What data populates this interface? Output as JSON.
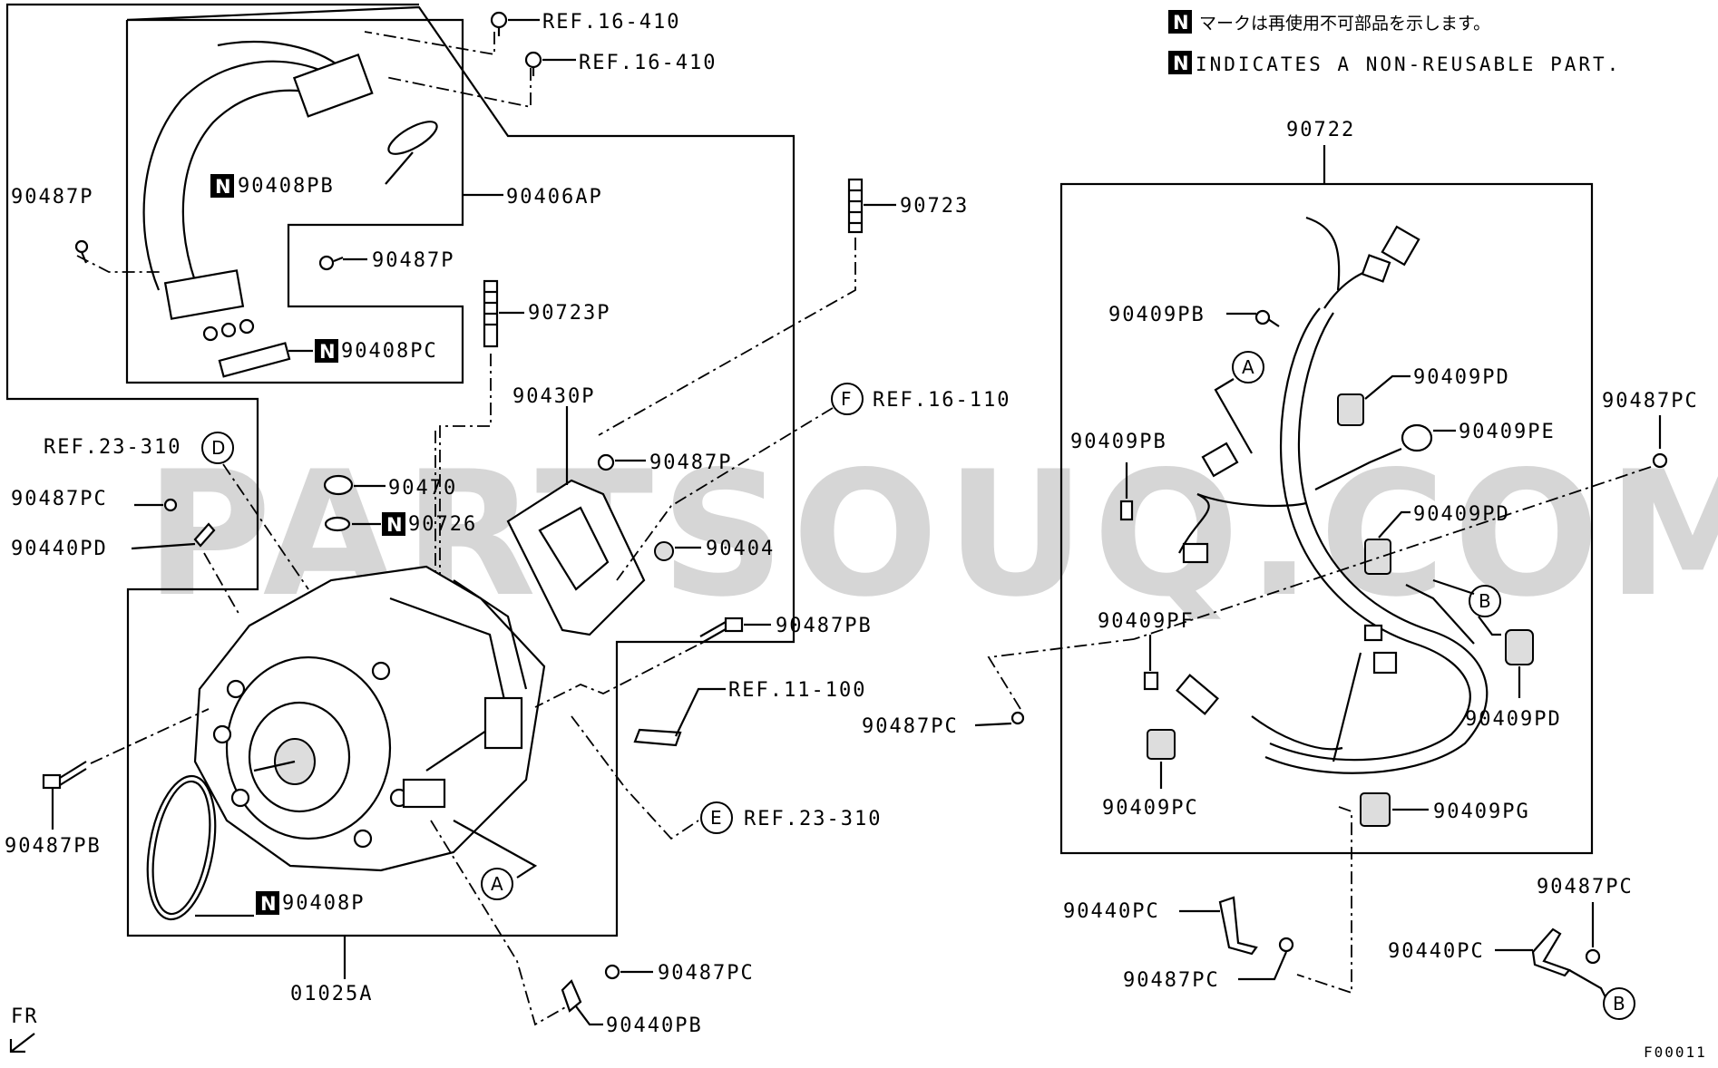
{
  "notes": {
    "jp": "マークは再使用不可部品を示します。",
    "en": "INDICATES A NON-REUSABLE PART.",
    "n_symbol": "N"
  },
  "watermark": "PARTSOUQ.COM",
  "figure_id": "F00011",
  "fr_label": "FR",
  "refs": {
    "r16410a": "REF.16-410",
    "r16410b": "REF.16-410",
    "r16110": "REF.16-110",
    "r23310a": "REF.23-310",
    "r23310b": "REF.23-310",
    "r11100": "REF.11-100"
  },
  "callouts": {
    "A": "A",
    "B": "B",
    "D": "D",
    "E": "E",
    "F": "F"
  },
  "parts": {
    "p90487P_a": "90487P",
    "p90487P_b": "90487P",
    "p90487P_c": "90487P",
    "p90408PB": "90408PB",
    "p90406AP": "90406AP",
    "p90408PC": "90408PC",
    "p90723": "90723",
    "p90723P": "90723P",
    "p90430P": "90430P",
    "p90470": "90470",
    "p90726": "90726",
    "p90404": "90404",
    "p90487PB_a": "90487PB",
    "p90487PB_b": "90487PB",
    "p90487PC_a": "90487PC",
    "p90487PC_b": "90487PC",
    "p90487PC_c": "90487PC",
    "p90487PC_d": "90487PC",
    "p90487PC_e": "90487PC",
    "p90440PD": "90440PD",
    "p90408P": "90408P",
    "p01025A": "01025A",
    "p90440PB": "90440PB",
    "p90722": "90722",
    "p90409PB_a": "90409PB",
    "p90409PB_b": "90409PB",
    "p90409PD_a": "90409PD",
    "p90409PD_b": "90409PD",
    "p90409PD_c": "90409PD",
    "p90409PE": "90409PE",
    "p90409PF": "90409PF",
    "p90409PC": "90409PC",
    "p90409PG": "90409PG",
    "p90440PC_a": "90440PC",
    "p90440PC_b": "90440PC"
  }
}
